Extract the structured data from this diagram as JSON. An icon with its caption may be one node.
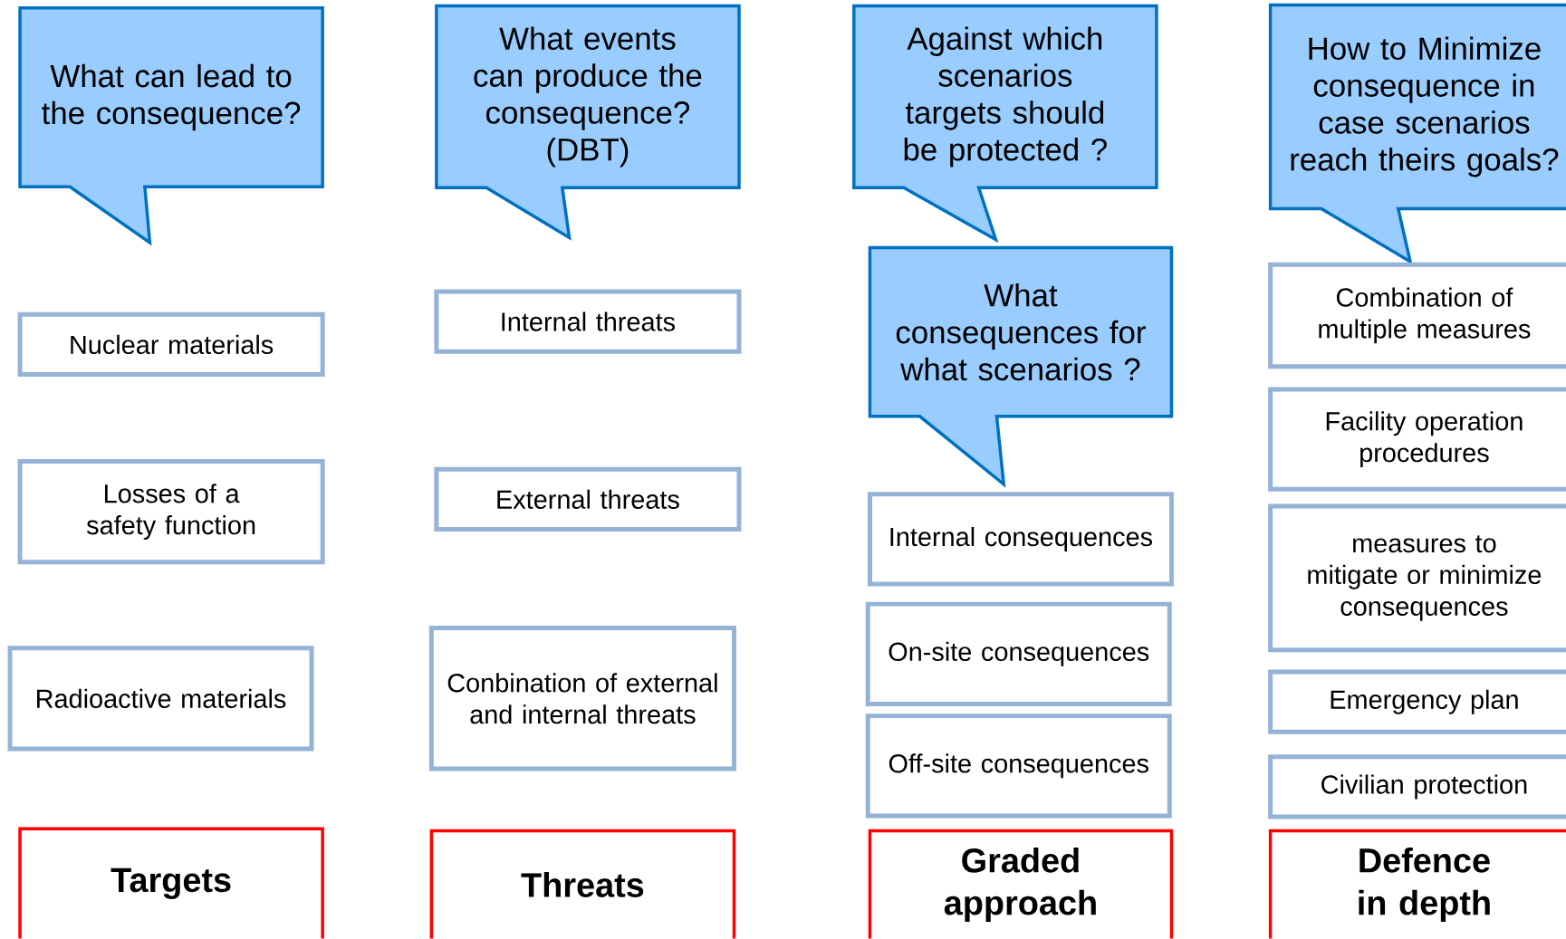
{
  "diagram": {
    "nodes": [
      {
        "text": [
          "What can lead to the consequence?"
        ]
      },
      {
        "text": [
          "Nuclear materials"
        ]
      },
      {
        "text": [
          "Losses of a safety function"
        ]
      },
      {
        "text": [
          "Radioactive materials"
        ]
      },
      {
        "text": [
          "Targets"
        ]
      },
      {
        "text": [
          "What events can produce the consequence? (DBT)"
        ]
      },
      {
        "text": [
          "Internal threats"
        ]
      },
      {
        "text": [
          "External threats"
        ]
      },
      {
        "text": [
          "Conbination of external and internal threats"
        ]
      },
      {
        "text": [
          "Threats"
        ]
      },
      {
        "text": [
          "Against which scenarios targets should be protected ?"
        ]
      },
      {
        "text": [
          "What consequences for what scenarios ?"
        ]
      },
      {
        "text": [
          "Internal consequences"
        ]
      },
      {
        "text": [
          "On-site consequences"
        ]
      },
      {
        "text": [
          "Off-site consequences"
        ]
      },
      {
        "text": [
          "Graded approach"
        ]
      },
      {
        "text": [
          "How to Minimize consequence in case scenarios reach theirs goals?"
        ]
      },
      {
        "text": [
          "Combination of multiple measures"
        ]
      },
      {
        "text": [
          "Facility operation procedures"
        ]
      },
      {
        "text": [
          "measures to mitigate or minimize consequences"
        ]
      },
      {
        "text": [
          "Emergency plan"
        ]
      },
      {
        "text": [
          "Civilian protection"
        ]
      },
      {
        "text": [
          "Defence in depth"
        ]
      }
    ]
  }
}
